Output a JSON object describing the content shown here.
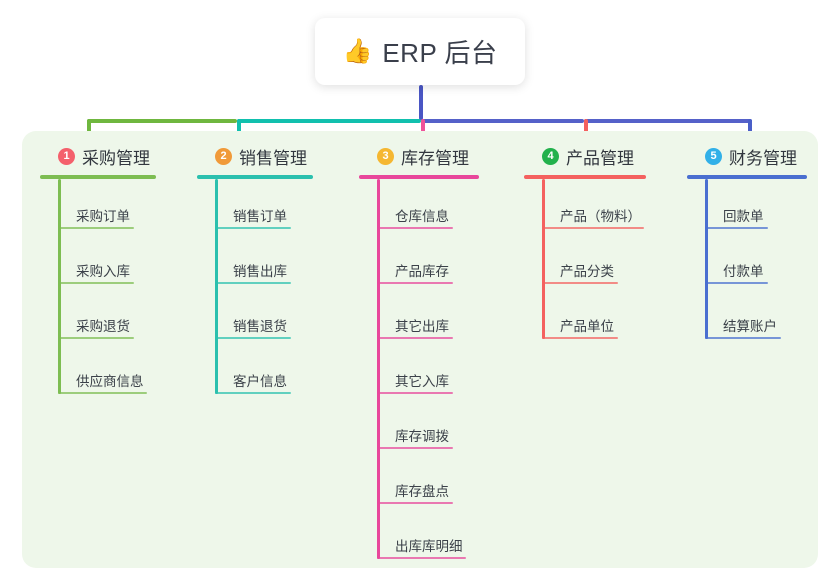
{
  "diagram": {
    "type": "mindmap",
    "root": {
      "icon": "thumbs-up-icon",
      "emoji": "👍",
      "label": "ERP 后台",
      "stem_color": "#4a56c4"
    },
    "panel_color": "#eef7ea",
    "bus_segments": [
      {
        "color": "#6fb73f"
      },
      {
        "color": "#11c0ae"
      },
      {
        "color": "#5561c9"
      },
      {
        "color": "#5561c9"
      }
    ],
    "columns": [
      {
        "number": "1",
        "title": "采购管理",
        "badge_color": "#f4606c",
        "accent_color": "#7dbd52",
        "drop_color": "#6fb73f",
        "items": [
          "采购订单",
          "采购入库",
          "采购退货",
          "供应商信息"
        ]
      },
      {
        "number": "2",
        "title": "销售管理",
        "badge_color": "#f09a39",
        "accent_color": "#2bc0ae",
        "drop_color": "#11c0ae",
        "items": [
          "销售订单",
          "销售出库",
          "销售退货",
          "客户信息"
        ]
      },
      {
        "number": "3",
        "title": "库存管理",
        "badge_color": "#f5b731",
        "accent_color": "#e8479b",
        "drop_color": "#f0539a",
        "items": [
          "仓库信息",
          "产品库存",
          "其它出库",
          "其它入库",
          "库存调拨",
          "库存盘点",
          "出库库明细"
        ]
      },
      {
        "number": "4",
        "title": "产品管理",
        "badge_color": "#22b14c",
        "accent_color": "#f4615f",
        "drop_color": "#f4615f",
        "items": [
          "产品（物料）",
          "产品分类",
          "产品单位"
        ]
      },
      {
        "number": "5",
        "title": "财务管理",
        "badge_color": "#31b0e8",
        "accent_color": "#4a6fd0",
        "drop_color": "#4a5fc8",
        "items": [
          "回款单",
          "付款单",
          "结算账户"
        ]
      }
    ]
  }
}
